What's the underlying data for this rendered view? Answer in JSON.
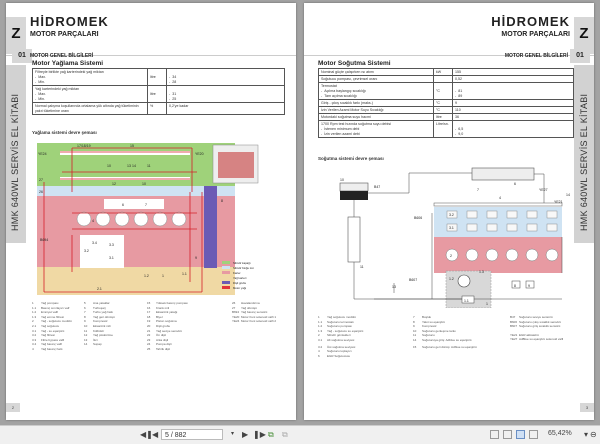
{
  "left_page": {
    "logo": "HİDROMEK",
    "section": "MOTOR PARÇALARI",
    "chapter_letter": "Z",
    "chapter_num": "01",
    "subsection": "MOTOR GENEL BİLGİLERİ",
    "side_title": "HMK 640WL SERVİS EL KİTABI",
    "heading": "Motor Yağlama Sistemi",
    "table": [
      {
        "label": "Filtreyle birlikte yağ karterindeki yağ miktarı",
        "sub": [
          "Max.",
          "Min."
        ],
        "unit": "litre",
        "values": [
          "34",
          "28"
        ]
      },
      {
        "label": "Yağ karterindeki yağ miktarı",
        "sub": [
          "Max.",
          "Min."
        ],
        "unit": "litre",
        "values": [
          "31",
          "25"
        ]
      },
      {
        "label": "Normal çalışma koşullarında ortalama yük altında yağ tüketiminin yakıt tüketimine oranı",
        "sub": [],
        "unit": "%",
        "values": [
          "0,2'ye kadar"
        ]
      }
    ],
    "diagram_title": "Yağlama sistemi devre şeması",
    "diagram_labels": [
      "17/18/19",
      "15",
      "YE24",
      "YE20",
      "10",
      "13",
      "14",
      "11",
      "12",
      "10",
      "27",
      "26",
      "6",
      "7",
      "8",
      "4",
      "B694",
      "3.4",
      "3.2",
      "3.3",
      "3.1",
      "9",
      "2.1",
      "1.2",
      "1",
      "1.1",
      "22",
      "23",
      "24",
      "25"
    ],
    "color_key": [
      {
        "key": "A",
        "label": "Silindir kapağı",
        "color": "#9fd27a"
      },
      {
        "key": "B",
        "label": "Silindir bloğu üst",
        "color": "#cfe3f3"
      },
      {
        "key": "C",
        "label": "Karter",
        "color": "#e79aa2"
      },
      {
        "key": "D",
        "label": "Yağ karteri",
        "color": "#f0d9a4"
      },
      {
        "key": "E",
        "label": "Dişli grubu",
        "color": "#6b5bb5"
      },
      {
        "key": "F",
        "label": "Motor yağı",
        "color": "#e0343a"
      }
    ],
    "legend": [
      [
        "1",
        "Yağ pompası"
      ],
      [
        "1.1",
        "Basınç sınırlayıcı valf"
      ],
      [
        "1.2",
        "Emniyet valfi"
      ],
      [
        "1.3",
        "Yağ emme filtresi"
      ],
      [
        "2",
        "Yağ - soğutucu modülü"
      ],
      [
        "2.1",
        "Yağ soğutucu"
      ],
      [
        "3.1",
        "Yağ - su eşanjörü"
      ],
      [
        "3.2",
        "Yağ filtresi"
      ],
      [
        "3.3",
        "Filtre bypass valfi"
      ],
      [
        "3.4",
        "Yağ basınç valfi"
      ],
      [
        "4",
        "Yağ basınç hattı"
      ],
      [
        "5",
        "Ana yataklar"
      ],
      [
        "6",
        "Turboşarj"
      ],
      [
        "7",
        "Turbo yağ hattı"
      ],
      [
        "8",
        "Yağ geri dönüşü"
      ],
      [
        "9",
        "Kompresör"
      ],
      [
        "10",
        "Eksantrik mili"
      ],
      [
        "11",
        "Külbütör"
      ],
      [
        "12",
        "Yağ püskürtme"
      ],
      [
        "13",
        "İtici"
      ],
      [
        "14",
        "Supap"
      ],
      [
        "15",
        "Yüksek basınç pompası"
      ],
      [
        "16",
        "Krank mili"
      ],
      [
        "17",
        "Eksantrik yatağı"
      ],
      [
        "18",
        "Biyel"
      ],
      [
        "19",
        "Piston soğutma"
      ],
      [
        "20",
        "Dişli grubu"
      ],
      [
        "21",
        "Yağ seviye sensörü"
      ],
      [
        "22",
        "Ön dişli"
      ],
      [
        "23",
        "Arka dişli"
      ],
      [
        "24",
        "Pompa dişli"
      ],
      [
        "25",
        "Tahrik dişli"
      ],
      [
        "26",
        "Havalandırma"
      ],
      [
        "27",
        "Yağ dönüşü"
      ],
      [
        "B694",
        "Yağ basınç sensörü"
      ],
      [
        "YE20",
        "Motor freni solenoid valfi 1"
      ],
      [
        "YE24",
        "Motor freni solenoid valfi 2"
      ]
    ],
    "page_number": "2"
  },
  "right_page": {
    "logo": "HİDROMEK",
    "section": "MOTOR PARÇALARI",
    "chapter_letter": "Z",
    "chapter_num": "01",
    "subsection": "MOTOR GENEL BİLGİLERİ",
    "side_title": "HMK 640WL SERVİS EL KİTABI",
    "heading": "Motor Soğutma Sistemi",
    "table": [
      {
        "label": "Nominal güçte çalışırken ısı atımı",
        "sub": [],
        "unit": "kW",
        "values": [
          "155"
        ]
      },
      {
        "label": "Soğutucu pompası, çevrimsel oranı",
        "sub": [],
        "unit": "",
        "values": [
          "0,52"
        ]
      },
      {
        "label": "Termostat",
        "sub": [
          "Açılma başlangıç sıcaklığı",
          "Tam açılma sıcaklığı"
        ],
        "unit": "°C",
        "values": [
          "81",
          "89"
        ]
      },
      {
        "label": "Giriş - çıkış sıcaklık farkı (maks.)",
        "sub": [],
        "unit": "°C",
        "values": [
          "9"
        ]
      },
      {
        "label": "İzin Verilen Azami Motor Suyu Sıcaklığı",
        "sub": [],
        "unit": "°C",
        "values": [
          "110"
        ]
      },
      {
        "label": "Motordaki soğutma suyu hacmi",
        "sub": [],
        "unit": "litre",
        "values": [
          "36"
        ]
      },
      {
        "label": "1700 Rpm test hızında soğutma suyu debisi",
        "sub": [
          "İstenen minimum debi",
          "İzin verilen azami debi"
        ],
        "unit": "Litre/sn.",
        "values": [
          "6,5",
          "9,0"
        ]
      }
    ],
    "diagram_title": "Soğutma sistemi devre şeması",
    "diagram_labels": [
      "10",
      "B47",
      "6",
      "7",
      "4",
      "YE27",
      "14",
      "YE21",
      "B606",
      "3.2",
      "3.1",
      "2",
      "11",
      "13",
      "B607",
      "1.2",
      "1.3",
      "1.1",
      "1",
      "8",
      "9"
    ],
    "legend": [
      [
        "1",
        "Yağ soğutucu modülü"
      ],
      [
        "1.1",
        "Soğutucu termostatı"
      ],
      [
        "1.2",
        "Soğutucu pompası"
      ],
      [
        "1.3",
        "Yağ - soğutucu su eşanjörü"
      ],
      [
        "2",
        "Silindir gömlekleri"
      ],
      [
        "3.1",
        "Alt soğutma seviyesi"
      ],
      [
        "3.2",
        "Üst soğutma seviyesi"
      ],
      [
        "4",
        "Soğutucu toplayıcı"
      ],
      [
        "6",
        "EGR Soğutucusu"
      ],
      [
        "7",
        "Boşluk"
      ],
      [
        "8",
        "Yakıt su eşanjörü"
      ],
      [
        "9",
        "Kompresör"
      ],
      [
        "10",
        "Soğutucu genleşme tankı"
      ],
      [
        "11",
        "Soğutucu"
      ],
      [
        "14",
        "Soğutucuya giriş: Adblue su eşanjörü"
      ],
      [
        "15",
        "Soğutucu geri dönüş: Adblue su eşanjörü"
      ],
      [
        "B47",
        "Soğutucu seviye sensörü"
      ],
      [
        "B606",
        "Soğutucu çıkış sıcaklık sensörü"
      ],
      [
        "B607",
        "Soğutucu giriş sıcaklık sensörü"
      ],
      [
        "YE21",
        "EGR aktüatörü"
      ],
      [
        "YE27",
        "AdBlue su eşanjörü solenoid valfi"
      ]
    ],
    "page_number": "3"
  },
  "toolbar": {
    "first_page": "first-page-icon",
    "prev_page": "prev-page-icon",
    "page_field": "5 / 882",
    "next_page": "next-page-icon",
    "last_page": "last-page-icon",
    "zoom_level": "65,42%"
  }
}
